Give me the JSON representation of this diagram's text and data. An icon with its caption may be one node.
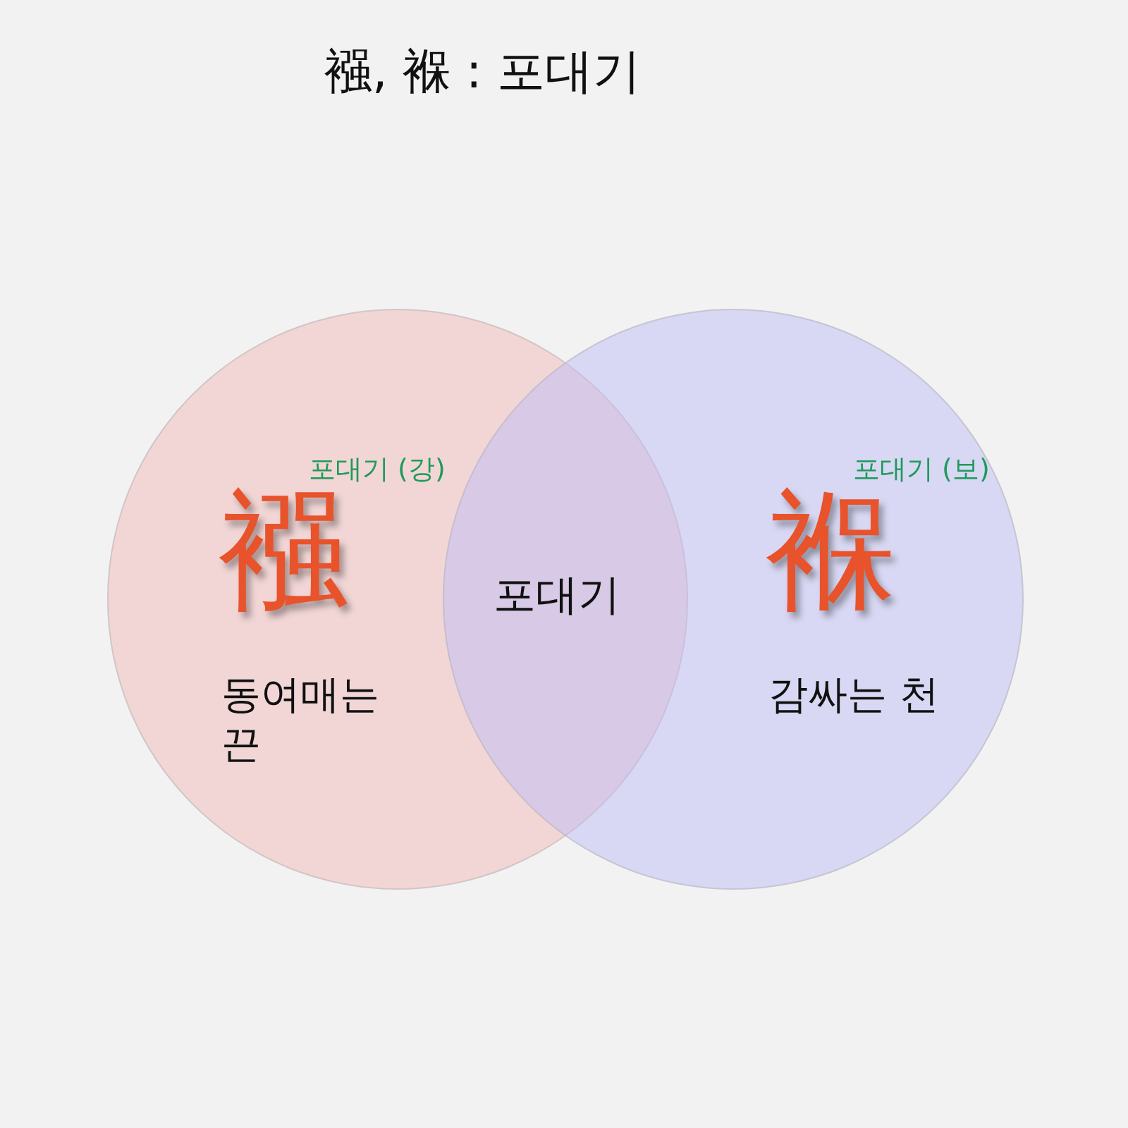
{
  "diagram": {
    "title": "襁, 褓 : 포대기",
    "nodes": [
      {
        "text": [
          "포대기 (강)",
          "襁",
          "동여매는 끈"
        ]
      },
      {
        "text": [
          "포대기 (보)",
          "褓",
          "감싸는 천"
        ]
      },
      {
        "text": [
          "포대기"
        ]
      }
    ],
    "edges": []
  }
}
